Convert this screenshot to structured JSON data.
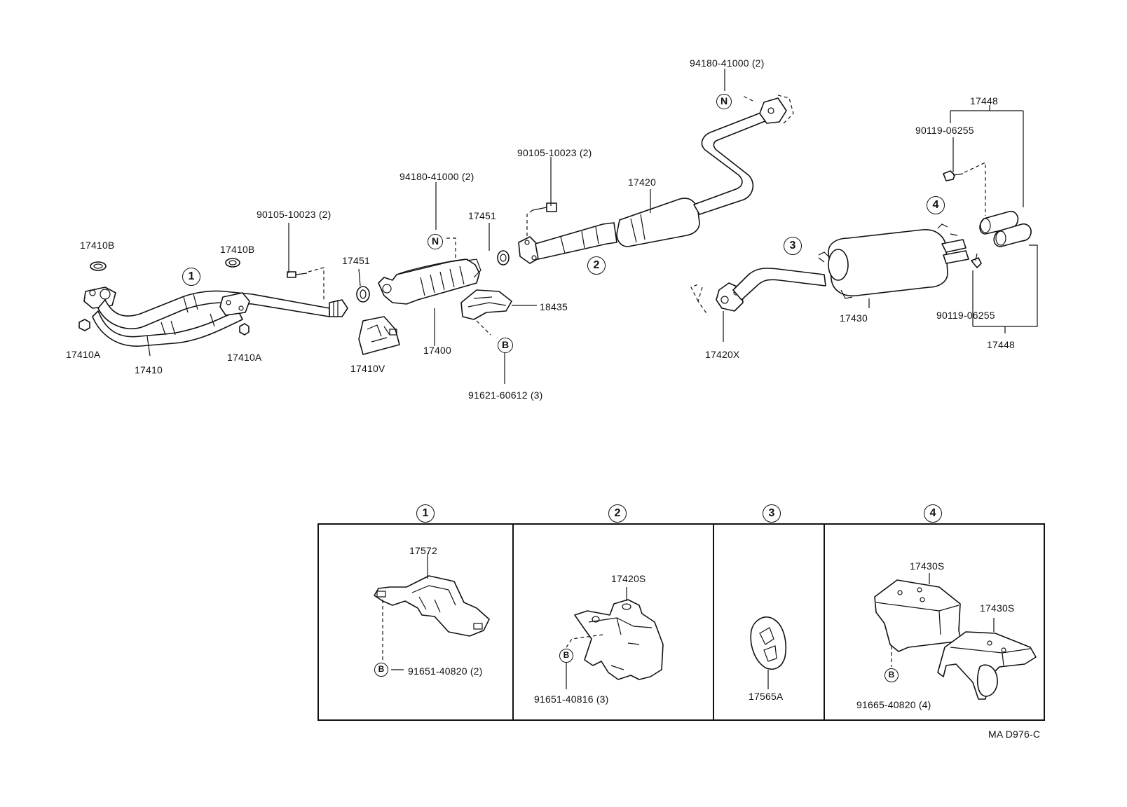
{
  "labels": {
    "p17410B_a": "17410B",
    "p17410B_b": "17410B",
    "p17410A_a": "17410A",
    "p17410A_b": "17410A",
    "p17410": "17410",
    "p90105_a": "90105-10023 (2)",
    "p17451_a": "17451",
    "p94180_a": "94180-41000 (2)",
    "p17410V": "17410V",
    "p17400": "17400",
    "p18435": "18435",
    "p91621": "91621-60612 (3)",
    "p90105_b": "90105-10023 (2)",
    "p17451_b": "17451",
    "p17420": "17420",
    "p94180_b": "94180-41000 (2)",
    "p17420X": "17420X",
    "p17430": "17430",
    "p17448_top": "17448",
    "p90119_a": "90119-06255",
    "p90119_b": "90119-06255",
    "p17448_bottom": "17448",
    "p17572": "17572",
    "p91651_a": "91651-40820 (2)",
    "p17420S": "17420S",
    "p91651_b": "91651-40816 (3)",
    "p17565A": "17565A",
    "p17430S_a": "17430S",
    "p17430S_b": "17430S",
    "p91665": "91665-40820 (4)",
    "diagram_code": "MA D976-C"
  },
  "markers": {
    "n": "N",
    "b": "B",
    "one": "1",
    "two": "2",
    "three": "3",
    "four": "4"
  }
}
